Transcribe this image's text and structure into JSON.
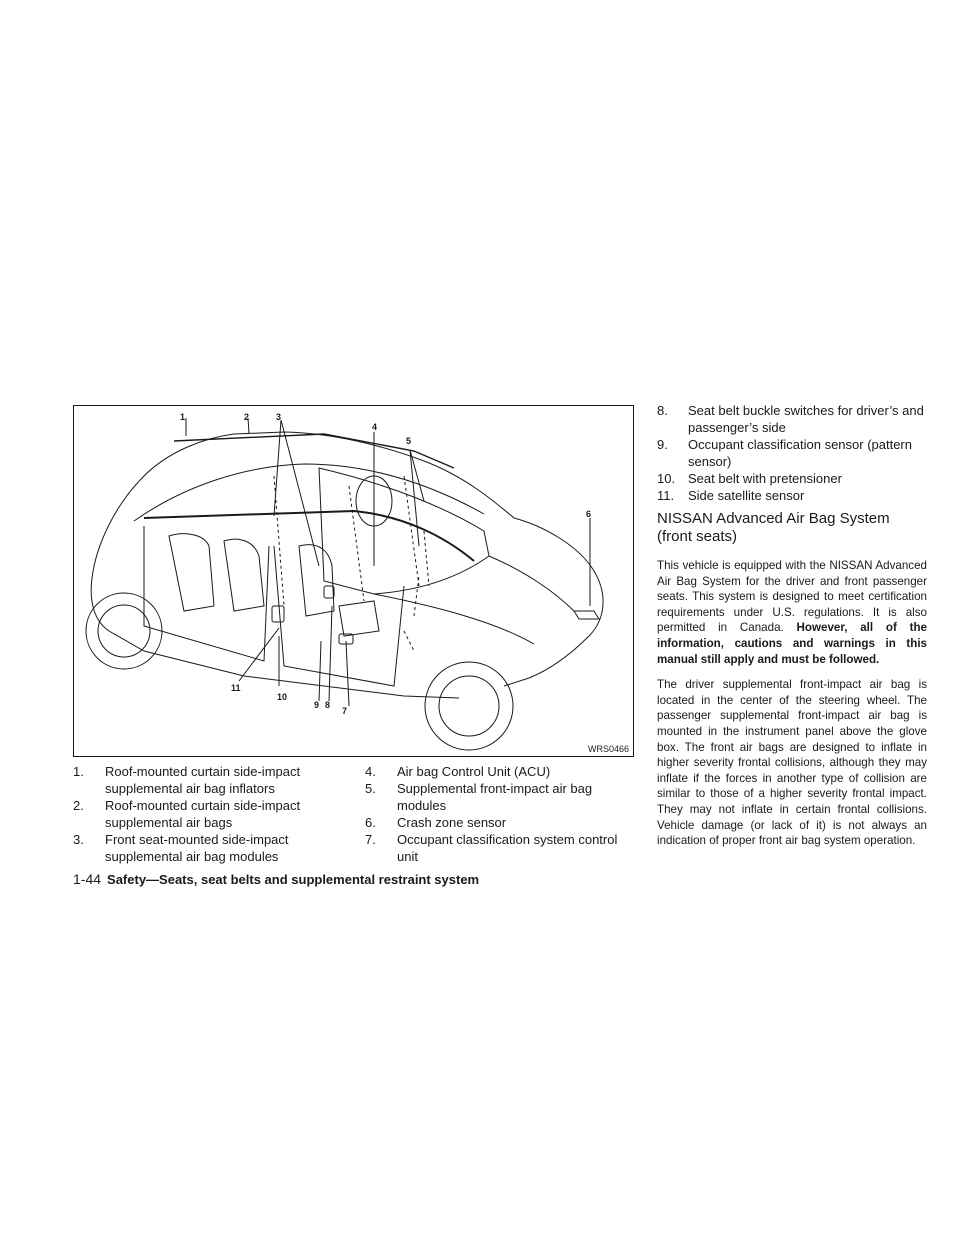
{
  "figure": {
    "id_label": "WRS0466",
    "callouts": [
      "1",
      "2",
      "3",
      "4",
      "5",
      "6",
      "11",
      "10",
      "9",
      "8",
      "7"
    ]
  },
  "legend_left": [
    {
      "num": "1.",
      "text": "Roof-mounted curtain side-impact supplemental air bag inflators"
    },
    {
      "num": "2.",
      "text": "Roof-mounted curtain side-impact supplemental air bags"
    },
    {
      "num": "3.",
      "text": "Front seat-mounted side-impact supplemental air bag modules"
    }
  ],
  "legend_right": [
    {
      "num": "4.",
      "text": "Air bag Control Unit (ACU)"
    },
    {
      "num": "5.",
      "text": "Supplemental front-impact air bag modules"
    },
    {
      "num": "6.",
      "text": "Crash zone sensor"
    },
    {
      "num": "7.",
      "text": "Occupant classification system control unit"
    }
  ],
  "right_list": [
    {
      "num": "8.",
      "text": "Seat belt buckle switches for driver’s and passenger’s side"
    },
    {
      "num": "9.",
      "text": "Occupant classification sensor (pattern sensor)"
    },
    {
      "num": "10.",
      "text": "Seat belt with pretensioner"
    },
    {
      "num": "11.",
      "text": "Side satellite sensor"
    }
  ],
  "heading": "NISSAN Advanced Air Bag System (front seats)",
  "para1": {
    "plain": "This vehicle is equipped with the NISSAN Advanced Air Bag System for the driver and front passenger seats. This system is designed to meet certification requirements under U.S. regulations. It is also permitted in Canada. ",
    "bold": "However, all of the information, cautions and warnings in this manual still apply and must be followed."
  },
  "para2": "The driver supplemental front-impact air bag is located in the center of the steering wheel. The passenger supplemental front-impact air bag is mounted in the instrument panel above the glove box. The front air bags are designed to inflate in higher severity frontal collisions, although they may inflate if the forces in another type of collision are similar to those of a higher severity frontal impact. They may not inflate in certain frontal collisions. Vehicle damage (or lack of it) is not always an indication of proper front air bag system operation.",
  "footer": {
    "page": "1-44",
    "section": "Safety—Seats, seat belts and supplemental restraint system"
  }
}
